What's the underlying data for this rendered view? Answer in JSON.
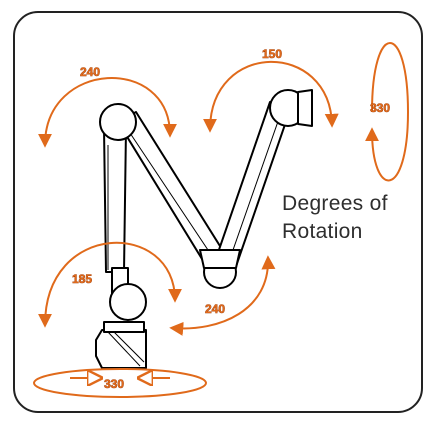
{
  "caption": {
    "line1": "Degrees of",
    "line2": "Rotation"
  },
  "rotations": {
    "shoulder_upper": "240",
    "elbow_top": "150",
    "wrist": "330",
    "shoulder_lower": "185",
    "elbow_bottom": "240",
    "base": "330"
  },
  "colors": {
    "arrow": "#e06a1b",
    "outline": "#000000",
    "frame": "#222222"
  }
}
